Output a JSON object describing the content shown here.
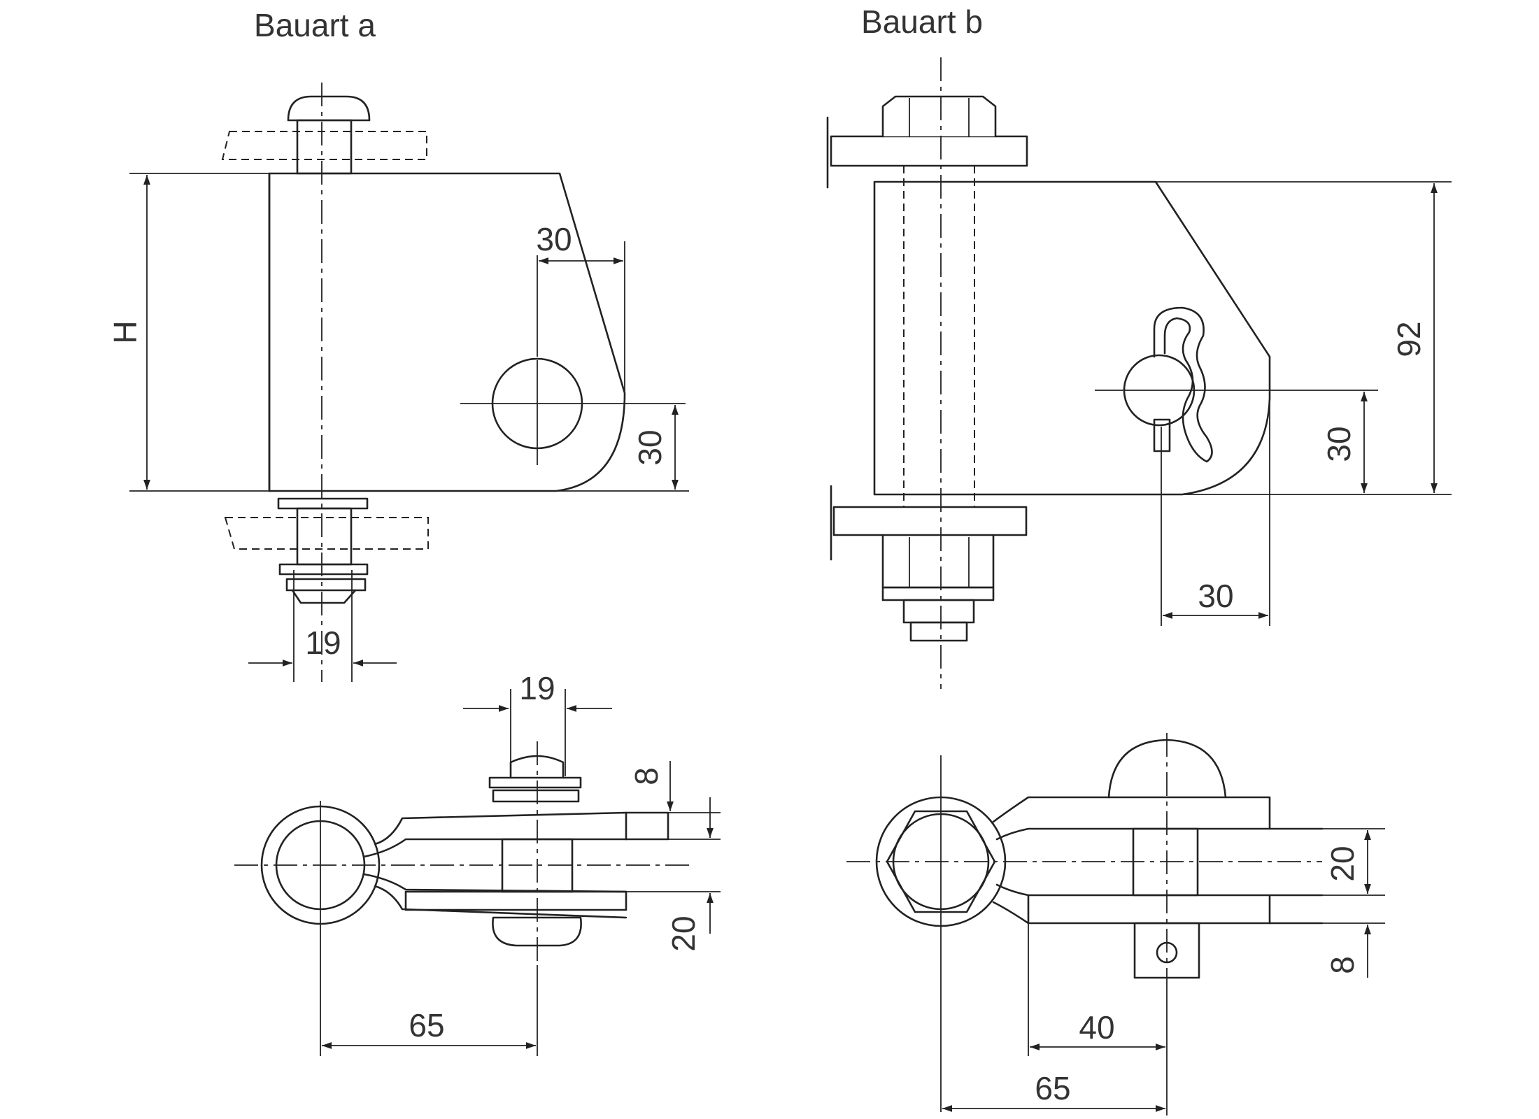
{
  "views": {
    "a": {
      "title": "Bauart a"
    },
    "b": {
      "title": "Bauart b"
    }
  },
  "dims": {
    "a_height": "H",
    "a_slope": "30",
    "a_radius": "30",
    "a_pin": "19",
    "a_top_pin": "19",
    "a_top_8": "8",
    "a_top_20": "20",
    "a_top_65": "65",
    "b_92": "92",
    "b_radius": "30",
    "b_30_h": "30",
    "b_top_20": "20",
    "b_top_8": "8",
    "b_top_40": "40",
    "b_top_65": "65"
  }
}
